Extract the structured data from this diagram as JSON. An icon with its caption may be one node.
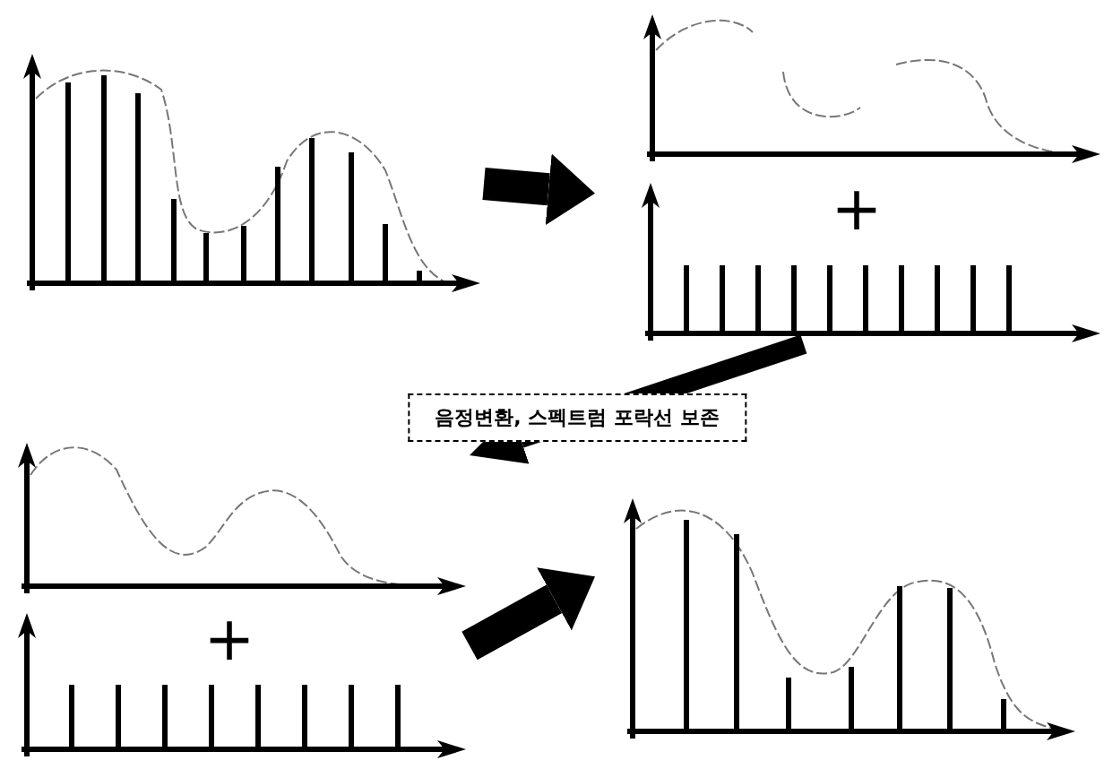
{
  "diagram": {
    "nodes": [
      {
        "text": [],
        "shape": "picture"
      },
      {
        "text": [],
        "shape": "picture"
      },
      {
        "text": [],
        "shape": "picture"
      },
      {
        "text": [],
        "shape": "picture"
      }
    ],
    "edges": [
      {
        "from": 0,
        "to": 1,
        "arrow": "to"
      },
      {
        "from": 1,
        "to": 2,
        "arrow": "to",
        "label": "음정변환, 스펙트럼 포락선 보존"
      },
      {
        "from": 2,
        "to": 3,
        "arrow": "to"
      }
    ],
    "labels": [
      "+",
      "+"
    ]
  }
}
